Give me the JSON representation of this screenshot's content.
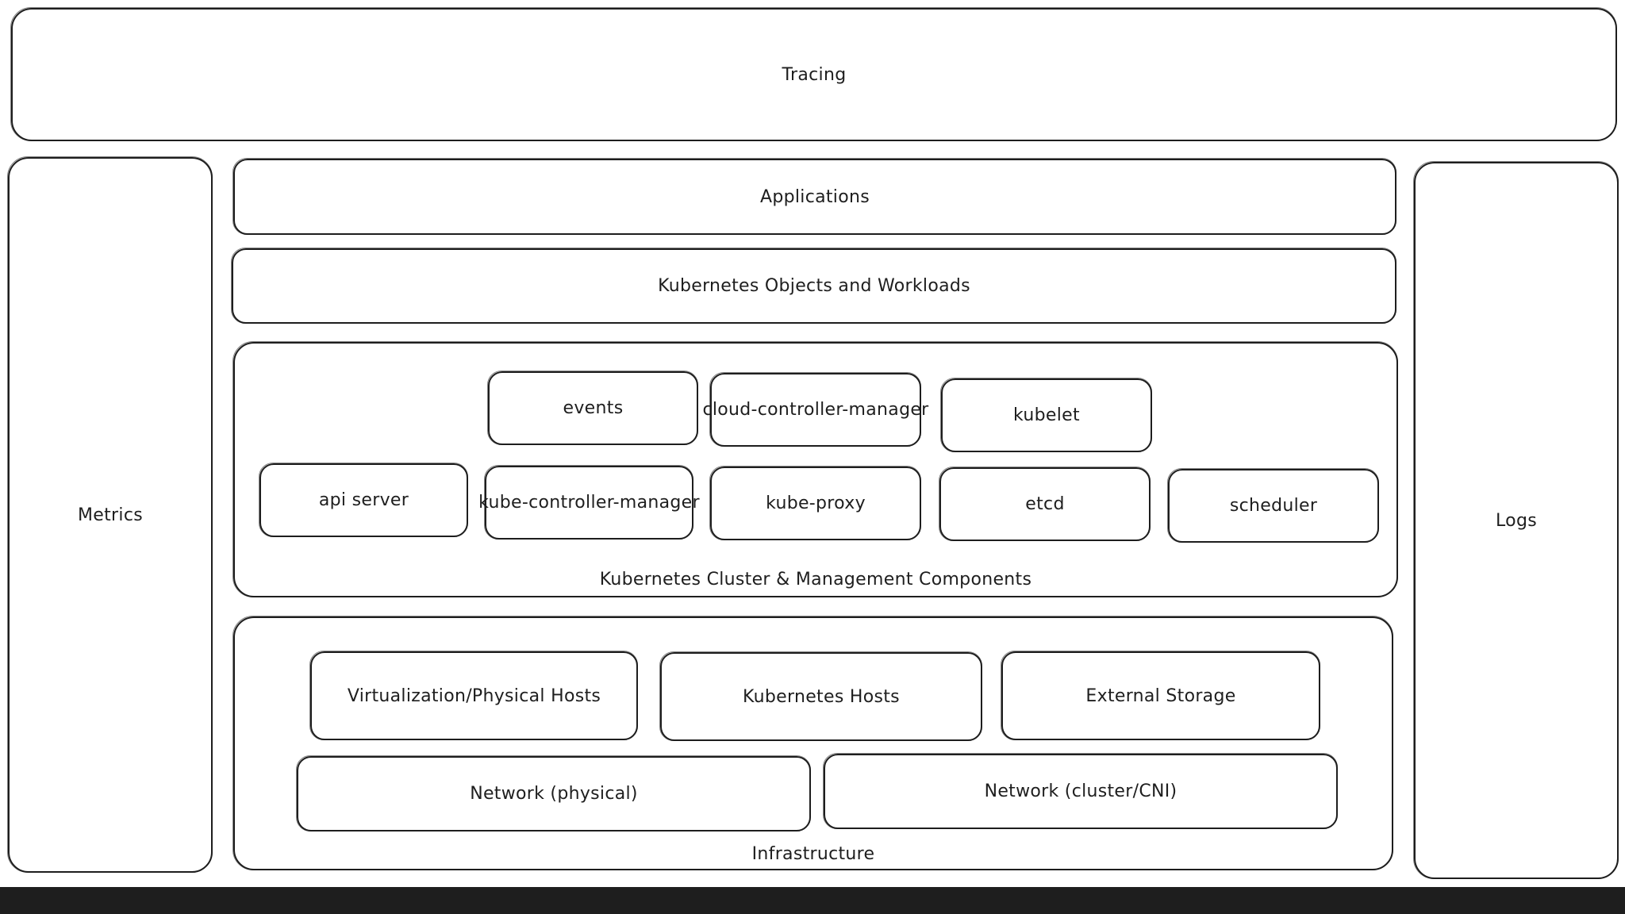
{
  "diagram": {
    "tracing": "Tracing",
    "metrics": "Metrics",
    "logs": "Logs",
    "applications": "Applications",
    "kubernetes_objects": "Kubernetes Objects and Workloads",
    "cluster": {
      "title": "Kubernetes Cluster & Management Components",
      "events": "events",
      "cloud_controller_manager": "cloud-controller-manager",
      "kubelet": "kubelet",
      "api_server": "api server",
      "kube_controller_manager": "kube-controller-manager",
      "kube_proxy": "kube-proxy",
      "etcd": "etcd",
      "scheduler": "scheduler"
    },
    "infrastructure": {
      "title": "Infrastructure",
      "virtualization_hosts": "Virtualization/Physical Hosts",
      "kubernetes_hosts": "Kubernetes Hosts",
      "external_storage": "External Storage",
      "network_physical": "Network (physical)",
      "network_cluster": "Network (cluster/CNI)"
    }
  }
}
